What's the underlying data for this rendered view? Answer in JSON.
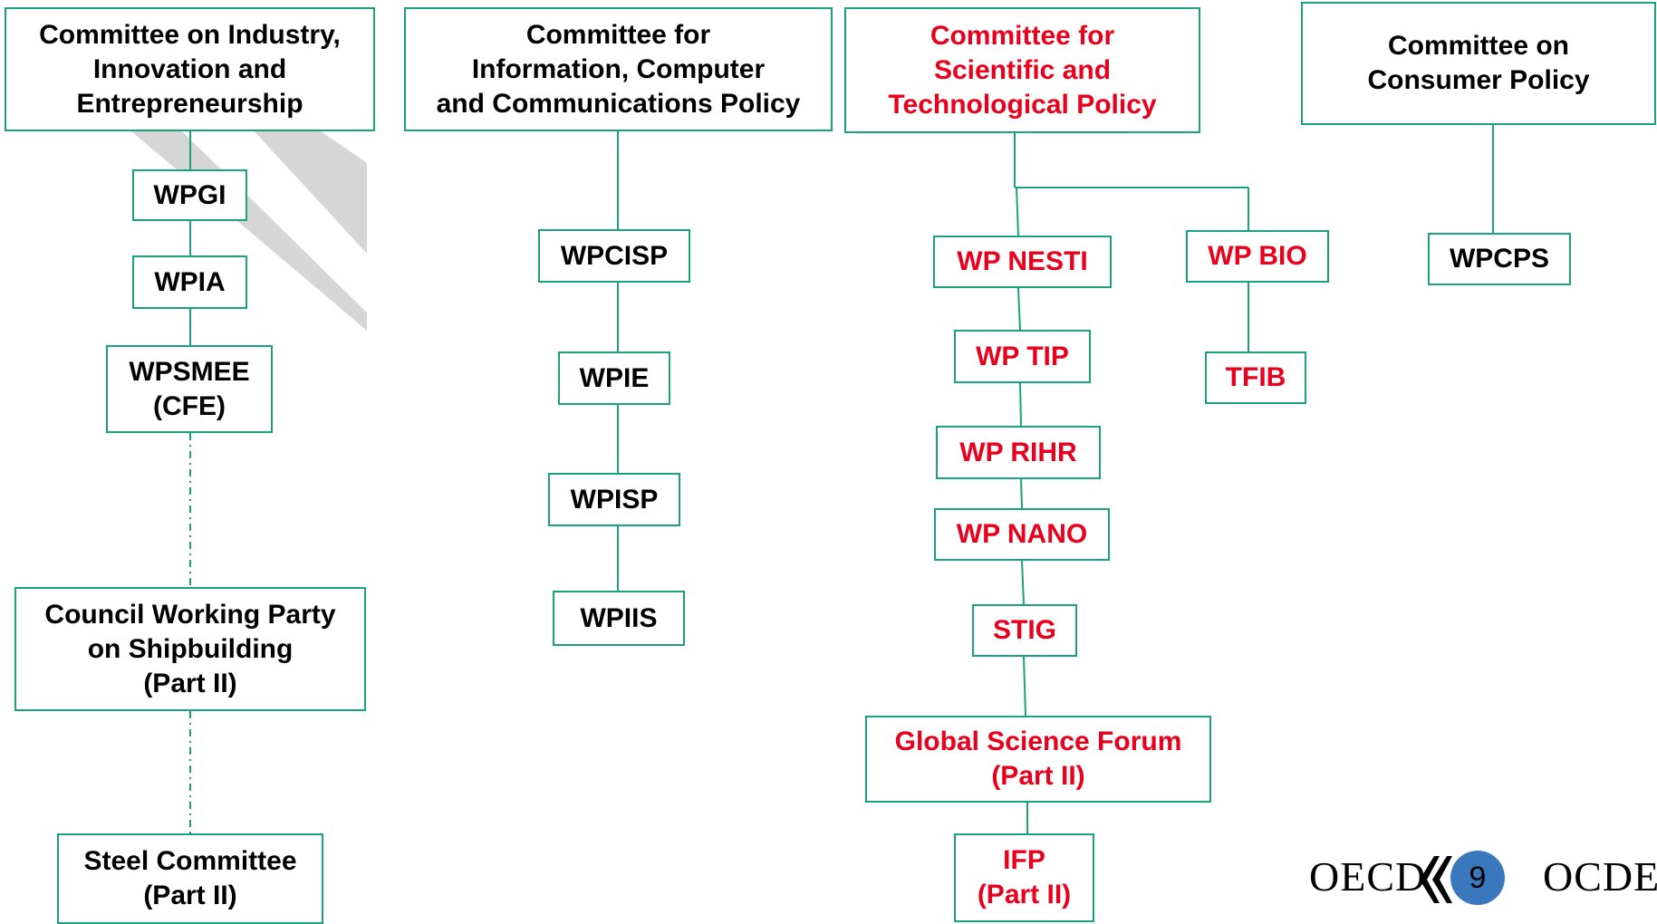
{
  "colors": {
    "line": "#1aa37a",
    "highlight": "#e8001c",
    "watermark": "#d6d6d6",
    "page_circle": "#3a78bd"
  },
  "committees": {
    "industry": {
      "label": "Committee  on Industry,\nInnovation and\nEntrepreneurship"
    },
    "iccp": {
      "label": "Committee  for\nInformation, Computer\nand Communications  Policy"
    },
    "cstp": {
      "label": "Committee  for\nScientific and\nTechnological Policy"
    },
    "consumer": {
      "label": "Committee  on\nConsumer Policy"
    }
  },
  "industry_units": [
    {
      "label": "WPGI"
    },
    {
      "label": "WPIA"
    },
    {
      "label": "WPSMEE\n(CFE)"
    },
    {
      "label": "Council Working Party\non Shipbuilding\n(Part II)"
    },
    {
      "label": "Steel Committee\n(Part II)"
    }
  ],
  "iccp_units": [
    {
      "label": "WPCISP"
    },
    {
      "label": "WPIE"
    },
    {
      "label": "WPISP"
    },
    {
      "label": "WPIIS"
    }
  ],
  "cstp_units": [
    {
      "label": "WP NESTI"
    },
    {
      "label": "WP TIP"
    },
    {
      "label": "WP RIHR"
    },
    {
      "label": "WP NANO"
    },
    {
      "label": "STIG"
    },
    {
      "label": "Global Science Forum\n(Part II)"
    },
    {
      "label": "IFP\n(Part II)"
    }
  ],
  "cstp_side_units": [
    {
      "label": "WP BIO"
    },
    {
      "label": "TFIB"
    }
  ],
  "consumer_units": [
    {
      "label": "WPCPS"
    }
  ],
  "footer": {
    "logo_left": "OECD",
    "logo_right": "OCDE",
    "page_number": "9",
    "chevron_icon": "double-chevron-left"
  }
}
